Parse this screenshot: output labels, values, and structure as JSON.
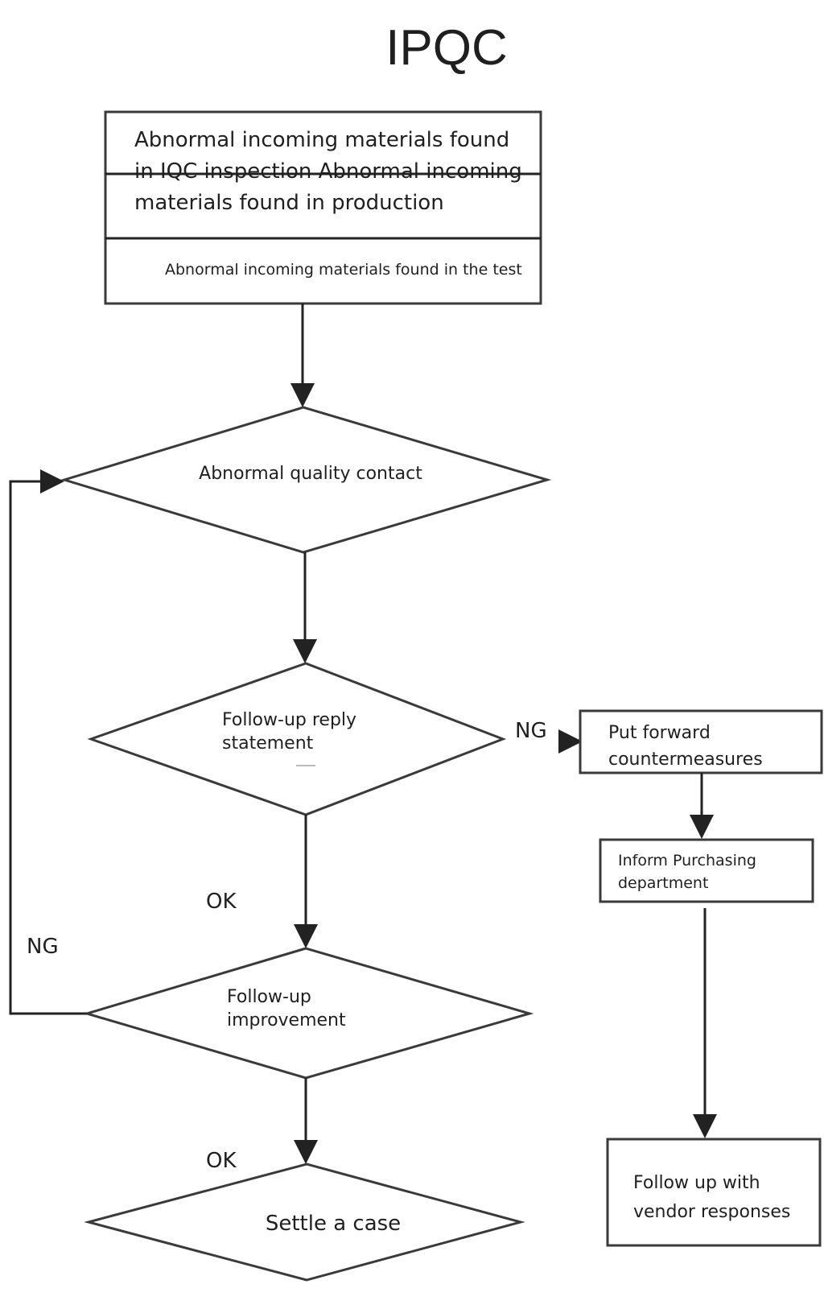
{
  "title": "IPQC",
  "nodes": {
    "start_box_line1": "Abnormal incoming materials found",
    "start_box_line2": "in IQC inspection Abnormal incoming",
    "start_box_line3": "materials found in production",
    "start_box_lower": "Abnormal incoming materials found in the test",
    "decision_contact": "Abnormal quality contact",
    "decision_reply_line1": "Follow-up reply",
    "decision_reply_line2": "statement",
    "decision_improve_line1": "Follow-up",
    "decision_improve_line2": "improvement",
    "settle": "Settle a case",
    "countermeasures_line1": "Put forward",
    "countermeasures_line2": "countermeasures",
    "inform_line1": "Inform Purchasing",
    "inform_line2": "department",
    "vendor_line1": "Follow up with",
    "vendor_line2": "vendor responses"
  },
  "edge_labels": {
    "reply_ng": "NG",
    "reply_ok": "OK",
    "improve_ng": "NG",
    "improve_ok": "OK"
  },
  "colors": {
    "stroke": "#3a3a3a",
    "text": "#1f1f1f",
    "background": "#ffffff"
  }
}
